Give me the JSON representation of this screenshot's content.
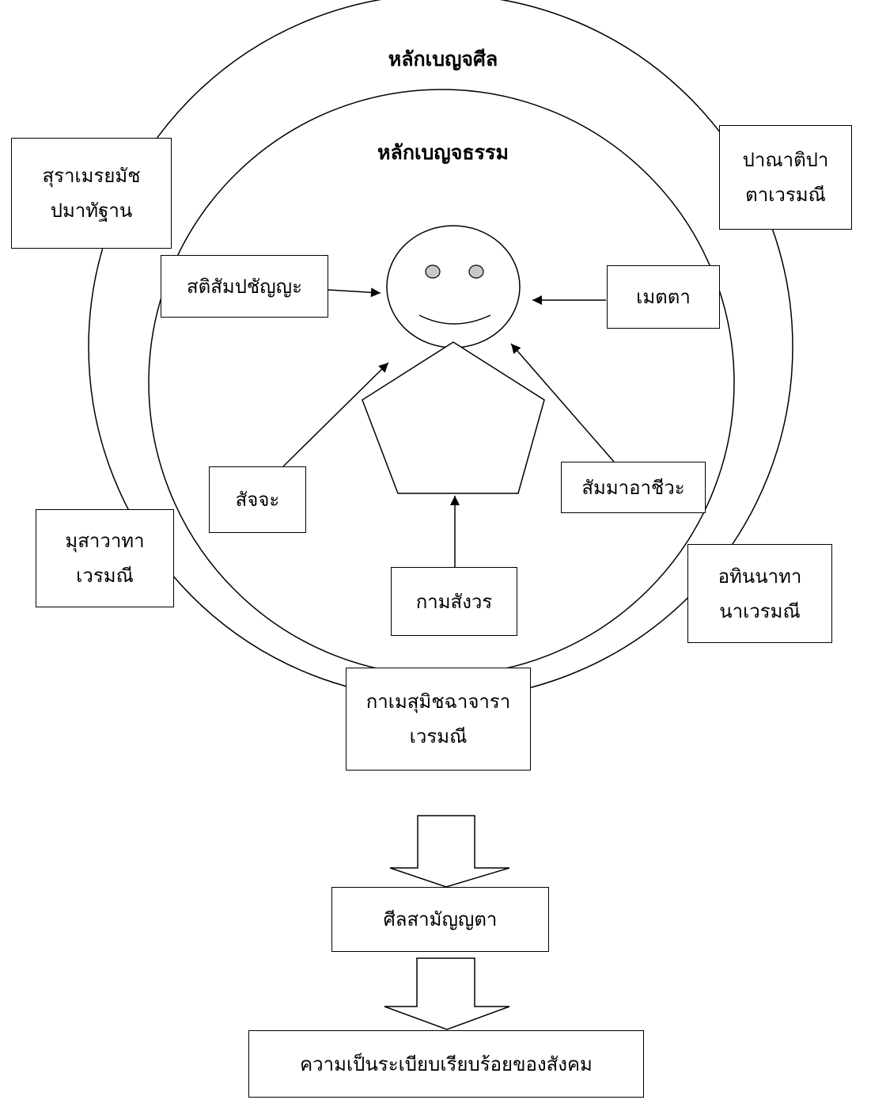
{
  "outer_circle": {
    "title": "หลักเบญจศีล"
  },
  "inner_circle": {
    "title": "หลักเบญจธรรม"
  },
  "precepts": {
    "top_left": {
      "line1": "สุราเมรยมัช",
      "line2": "ปมาทัฐาน"
    },
    "top_right": {
      "line1": "ปาณาติปา",
      "line2": "ตาเวรมณี"
    },
    "bottom_left": {
      "line1": "มุสาวาทา",
      "line2": "เวรมณี"
    },
    "bottom_right": {
      "line1": "อทินนาทา",
      "line2": "นาเวรมณี"
    },
    "bottom": {
      "line1": "กาเมสุมิชฉาจารา",
      "line2": "เวรมณี"
    }
  },
  "virtues": {
    "mindfulness": "สติสัมปชัญญะ",
    "kindness": "เมตตา",
    "truthfulness": "สัจจะ",
    "right_livelihood": "สัมมาอาชีวะ",
    "sense_restraint": "กามสังวร"
  },
  "outcome_1": "ศีลสามัญญตา",
  "outcome_2": "ความเป็นระเบียบเรียบร้อยของสังคม"
}
